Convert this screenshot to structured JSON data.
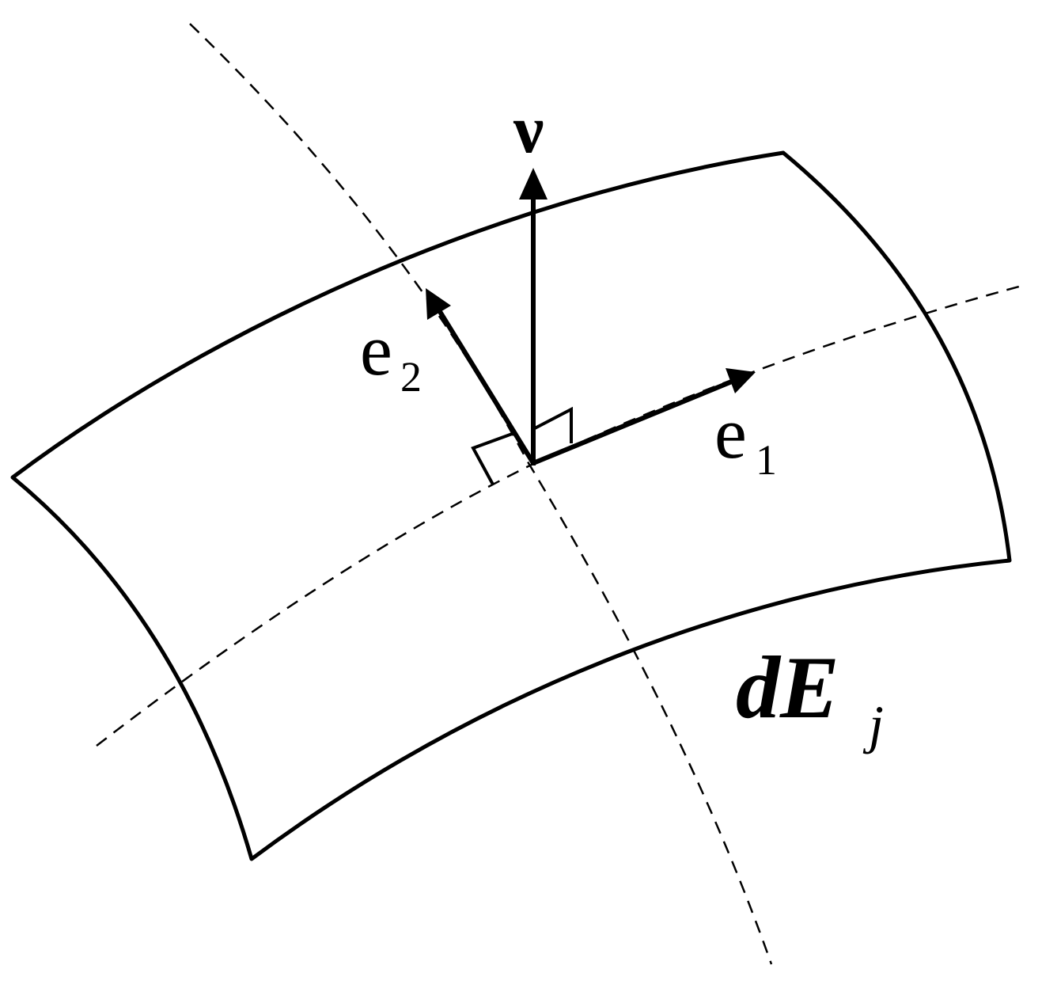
{
  "labels": {
    "nu": "ν",
    "e1_base": "e",
    "e1_sub": "1",
    "e2_base": "e",
    "e2_sub": "2",
    "element_base": "dE",
    "element_sub": "j"
  }
}
